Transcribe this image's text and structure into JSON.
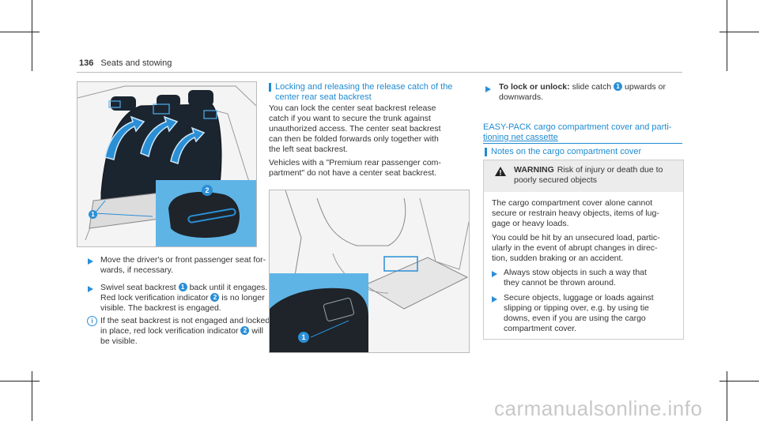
{
  "header": {
    "page_number": "136",
    "section": "Seats and stowing"
  },
  "left": {
    "figure_label_1": "1",
    "figure_label_2": "2",
    "step1": "Move the driver's or front passenger seat for-",
    "step1b": "wards, if necessary.",
    "step2a": "Swivel seat backrest",
    "step2b": "back until it engages.",
    "step2c": "Red lock verification indicator",
    "step2d": "is no longer",
    "step2e": "visible. The backrest is engaged.",
    "note_a": "If the seat backrest is not engaged and locked",
    "note_b": "in place, red lock verification indicator",
    "note_c": "will",
    "note_d": "be visible.",
    "b1": "1",
    "b2": "2",
    "b3": "2"
  },
  "middle": {
    "heading_l1": "Locking and releasing the release catch of the",
    "heading_l2": "center rear seat backrest",
    "p1": "You can lock the center seat backrest release",
    "p2": "catch if you want to secure the trunk against",
    "p3": "unauthorized access. The center seat backrest",
    "p4": "can then be folded forwards only together with",
    "p5": "the left seat backrest.",
    "p6": "Vehicles with a \"Premium rear passenger com-",
    "p7": "partment\" do not have a center seat backrest.",
    "figure_label_1": "1"
  },
  "right": {
    "step_bold": "To lock or unlock:",
    "step_a": "slide catch",
    "step_b": "upwards or",
    "step_c": "downwards.",
    "b1": "1",
    "link_l1": "EASY-PACK cargo compartment cover and parti-",
    "link_l2": "tioning net cassette",
    "heading": "Notes on the cargo compartment cover",
    "warn_label": "WARNING",
    "warn_l1": "Risk of injury or death due to",
    "warn_l2": "poorly secured objects",
    "w1": "The cargo compartment cover alone cannot",
    "w2": "secure or restrain heavy objects, items of lug-",
    "w3": "gage or heavy loads.",
    "w4": "You could be hit by an unsecured load, partic-",
    "w5": "ularly in the event of abrupt changes in direc-",
    "w6": "tion, sudden braking or an accident.",
    "s1a": "Always stow objects in such a way that",
    "s1b": "they cannot be thrown around.",
    "s2a": "Secure objects, luggage or loads against",
    "s2b": "slipping or tipping over, e.g. by using tie",
    "s2c": "downs, even if you are using the cargo",
    "s2d": "compartment cover."
  },
  "watermark": "carmanualsonline.info",
  "colors": {
    "accent": "#1f8bd1",
    "dark": "#2a2a2a"
  }
}
